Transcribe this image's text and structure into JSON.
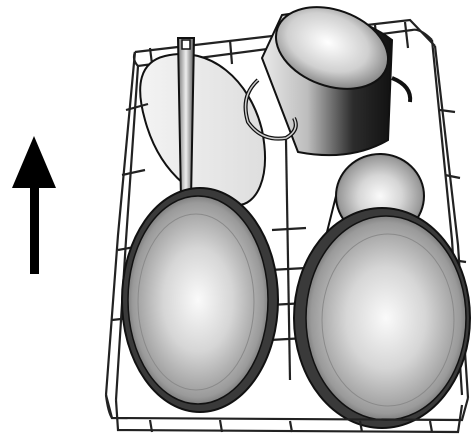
{
  "illustration": {
    "subject": "dishwasher-basket-loaded-with-cookware",
    "arrow_direction": "up",
    "items": [
      {
        "name": "back-plate"
      },
      {
        "name": "stock-pot"
      },
      {
        "name": "pan-with-long-handle"
      },
      {
        "name": "small-lid"
      },
      {
        "name": "large-pan-left"
      },
      {
        "name": "large-pan-right"
      }
    ],
    "colors": {
      "line": "#111111",
      "wire": "#222222",
      "metal_light": "#f2f2f2",
      "metal_mid": "#b9b9b9",
      "metal_dark": "#3a3a3a",
      "background": "#ffffff"
    }
  }
}
